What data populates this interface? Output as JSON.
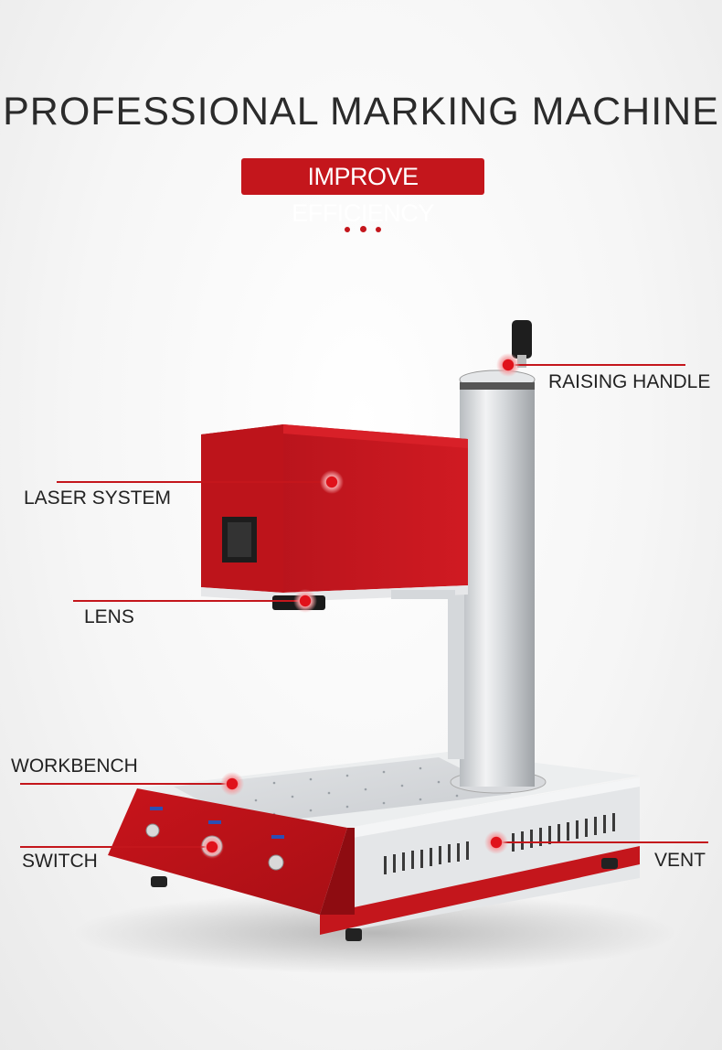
{
  "header": {
    "title": "PROFESSIONAL MARKING MACHINE",
    "badge": "IMPROVE EFFICIENCY"
  },
  "callouts": [
    {
      "id": "raising-handle",
      "label": "RAISING HANDLE"
    },
    {
      "id": "laser-system",
      "label": "LASER SYSTEM"
    },
    {
      "id": "lens",
      "label": "LENS"
    },
    {
      "id": "workbench",
      "label": "WORKBENCH"
    },
    {
      "id": "switch",
      "label": "SWITCH"
    },
    {
      "id": "vent",
      "label": "VENT"
    }
  ],
  "colors": {
    "accent": "#c4161c",
    "text": "#2b2b2b"
  }
}
